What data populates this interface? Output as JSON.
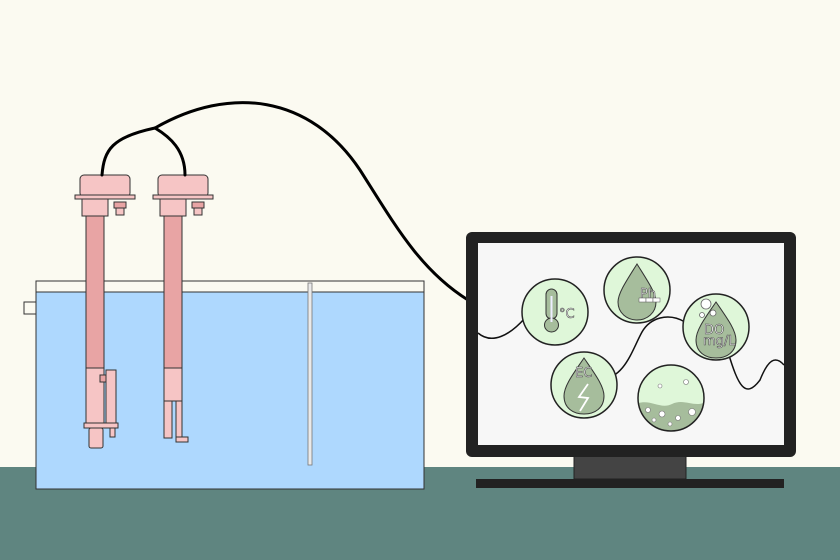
{
  "colors": {
    "background": "#fbfaf1",
    "floor": "#5f8580",
    "water": "#aed8fe",
    "probe_body": "#e8a4a4",
    "probe_cap": "#f6c5c5",
    "screen_frame": "#222222",
    "screen": "#f7f7f7",
    "icon_circle": "#dff7d9",
    "icon_shape": "#a6bd9c",
    "cable": "#000000"
  },
  "icons": {
    "temperature": {
      "name": "thermometer-icon",
      "label": "°C"
    },
    "ph": {
      "name": "ph-drop-icon",
      "label": "Ph"
    },
    "dissolved_oxygen": {
      "name": "oxygen-drop-icon",
      "label": "DO",
      "unit": "mg/L"
    },
    "conductivity": {
      "name": "ec-drop-icon",
      "label": "EC"
    },
    "turbidity": {
      "name": "turbidity-icon"
    }
  }
}
